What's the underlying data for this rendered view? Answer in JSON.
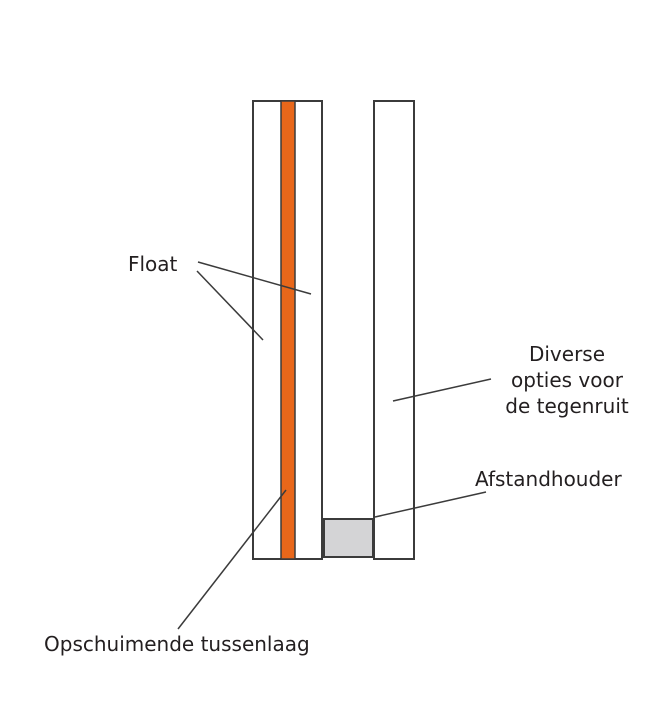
{
  "diagram": {
    "labels": {
      "float": "Float",
      "counter_pane_lines": [
        "Diverse",
        "opties voor",
        "de tegenruit"
      ],
      "spacer": "Afstandhouder",
      "interlayer": "Opschuimende tussenlaag"
    },
    "colors": {
      "glass_fill": "#ffffff",
      "interlayer_fill": "#e8671a",
      "spacer_fill": "#d4d4d6",
      "outline": "#3b3b3b",
      "leader_line": "#3b3b3b",
      "text": "#231f20"
    }
  }
}
